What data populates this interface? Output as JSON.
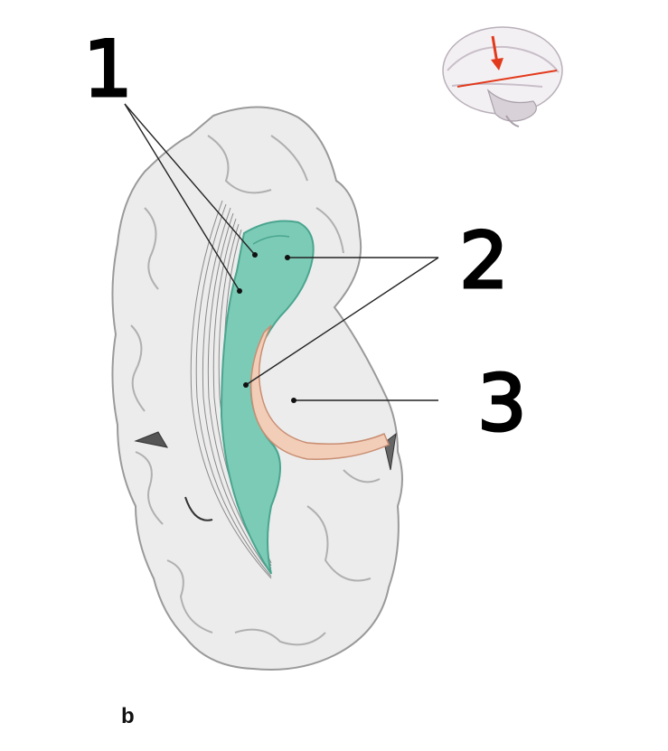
{
  "figure": {
    "panel_letter": "b",
    "labels": {
      "one": "1",
      "two": "2",
      "three": "3"
    }
  },
  "colors": {
    "brain_fill": "#ececec",
    "brain_stroke": "#9a9a9a",
    "ventricle_fill": "#7ccbb6",
    "ventricle_dark": "#4aa58f",
    "tail_fill": "#f2cdb8",
    "tail_stroke": "#c98e72",
    "leader_line": "#222222",
    "arrow_red": "#e23a1c"
  }
}
